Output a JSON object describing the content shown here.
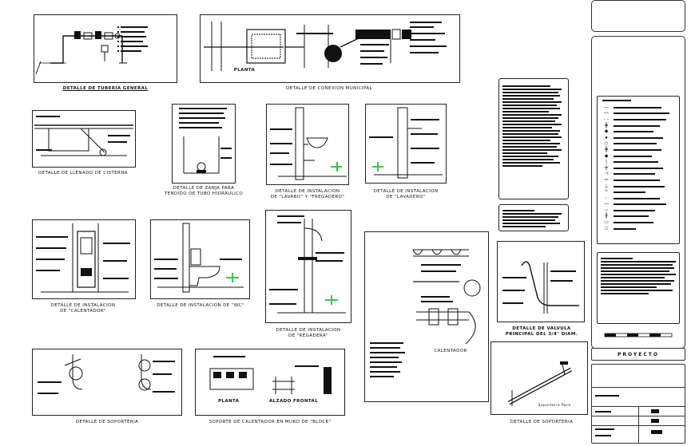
{
  "details": [
    {
      "id": "tuberia",
      "caption": "DETALLE DE TUBERIA GENERAL"
    },
    {
      "id": "conexion",
      "caption": "DETALLE DE CONEXION MUNICIPAL"
    },
    {
      "id": "cisterna",
      "caption": "DETALLE DE LLENADO DE CISTERNA"
    },
    {
      "id": "zanja",
      "caption": "DETALLE DE ZANJA PARA\nTENDIDO DE TUBO HIDRAULICO"
    },
    {
      "id": "lavabo",
      "caption": "DETALLE DE INSTALACION\nDE \"LAVABO\" Y \"FREGADERO\""
    },
    {
      "id": "lavadero",
      "caption": "DETALLE DE INSTALACION\nDE \"LAVADERO\""
    },
    {
      "id": "calentador",
      "caption": "DETALLE DE INSTALACION\nDE \"CALENTADOR\""
    },
    {
      "id": "wc",
      "caption": "DETALLE DE INSTALACION DE \"WC\""
    },
    {
      "id": "regadera",
      "caption": "DETALLE DE INSTALACION\nDE \"REGADERA\""
    },
    {
      "id": "soporteria1",
      "caption": "DETALLE DE SOPORTERIA"
    },
    {
      "id": "soporte-block",
      "caption": "SOPORTE DE CALENTADOR EN MURO DE \"BLOCK\""
    },
    {
      "id": "soporteria2",
      "caption": "DETALLE DE SOPORTERIA"
    },
    {
      "id": "valvula",
      "caption": "DETALLE DE VALVULA\nPRINCIPAL DEL 3/4\" DIAM."
    }
  ],
  "labels": {
    "planta": "PLANTA",
    "calentador_tag": "CALENTADOR",
    "planta_block": "PLANTA",
    "alzado_frontal": "ALZADO FRONTAL",
    "soporteria_pipe": "Soporteria Para"
  },
  "title_block": {
    "project_label": "PROYECTO"
  },
  "colors": {
    "line": "#111111",
    "accent_green": "#2ecc40",
    "background": "#ffffff"
  }
}
